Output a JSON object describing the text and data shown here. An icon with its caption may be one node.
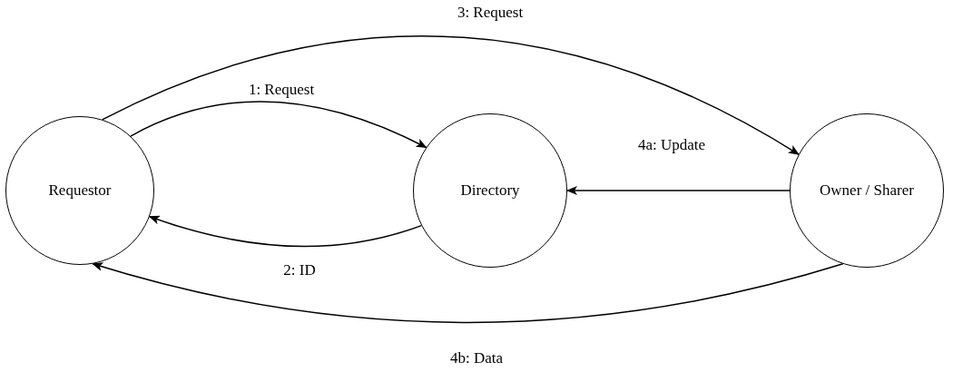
{
  "diagram": {
    "nodes": [
      {
        "text": [
          "Requestor"
        ]
      },
      {
        "text": [
          "Directory"
        ]
      },
      {
        "text": [
          "Owner / Sharer"
        ]
      }
    ],
    "edges": [
      {
        "from": 0,
        "to": 1,
        "arrow": "to",
        "label": "1: Request"
      },
      {
        "from": 1,
        "to": 0,
        "arrow": "to",
        "label": "2: ID"
      },
      {
        "from": 0,
        "to": 2,
        "arrow": "to",
        "label": "3: Request"
      },
      {
        "from": 2,
        "to": 1,
        "arrow": "to",
        "label": "4a: Update"
      },
      {
        "from": 2,
        "to": 0,
        "arrow": "to",
        "label": "4b: Data"
      }
    ]
  }
}
